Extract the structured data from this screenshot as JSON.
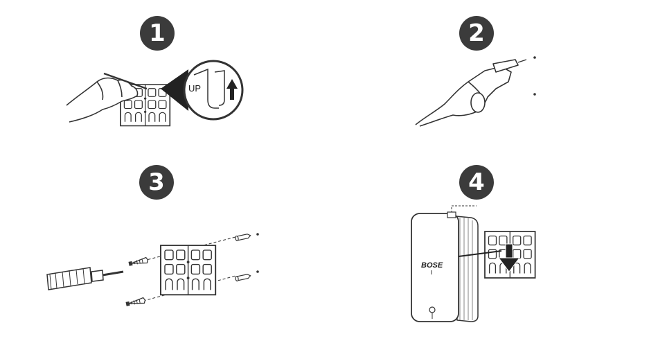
{
  "steps": [
    {
      "number": "1",
      "callout_label": "UP"
    },
    {
      "number": "2"
    },
    {
      "number": "3"
    },
    {
      "number": "4",
      "brand_logo": "BOSE"
    }
  ]
}
